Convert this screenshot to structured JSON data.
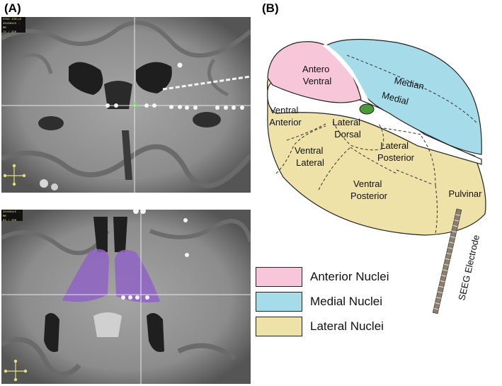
{
  "panels": {
    "a_label": "(A)",
    "b_label": "(B)"
  },
  "mri_top": {
    "overlay_lines": [
      "SYSZ JOELLE",
      "20190415 - MR",
      "73 / 320"
    ]
  },
  "mri_bottom": {
    "overlay_lines": [
      "20190415 - MR",
      "83 / 200"
    ]
  },
  "diagram": {
    "regions": {
      "antero_ventral": [
        "Antero",
        "Ventral"
      ],
      "median": "Median",
      "medial": "Medial",
      "ventral_anterior": [
        "Ventral",
        "Anterior"
      ],
      "lateral_dorsal": [
        "Lateral",
        "Dorsal"
      ],
      "lateral_posterior": [
        "Lateral",
        "Posterior"
      ],
      "ventral_lateral": [
        "Ventral",
        "Lateral"
      ],
      "ventral_posterior": [
        "Ventral",
        "Posterior"
      ],
      "pulvinar": "Pulvinar"
    },
    "electrode_label": "SEEG Electrode"
  },
  "legend": [
    {
      "label": "Anterior Nuclei",
      "color": "#f7c6d9"
    },
    {
      "label": "Medial Nuclei",
      "color": "#a6dcea"
    },
    {
      "label": "Lateral Nuclei",
      "color": "#efe2a8"
    }
  ],
  "colors": {
    "anterior": "#f7c6d9",
    "medial": "#a6dcea",
    "lateral": "#efe2a8",
    "target_dot": "#4a9a3a",
    "thalamus_overlay": "#8e63c4"
  }
}
